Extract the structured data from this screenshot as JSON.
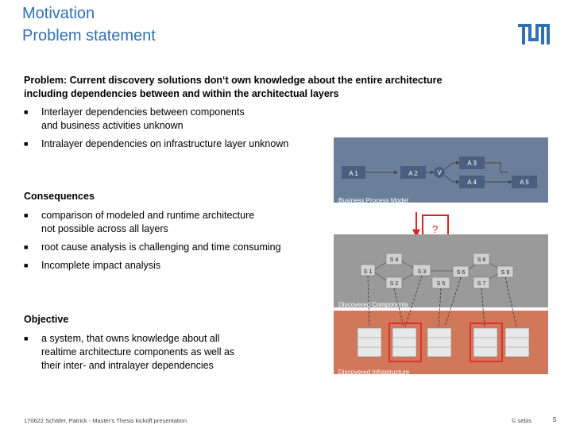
{
  "header": {
    "title": "Motivation",
    "subtitle": "Problem statement",
    "logo_color": "#3070b3"
  },
  "problem": {
    "line1": "Problem: Current discovery solutions don‘t own knowledge about the entire architecture",
    "line2": "including dependencies between and within the architectual layers",
    "bullets": [
      {
        "line1": "Interlayer dependencies between components",
        "line2": "and business activities unknown"
      },
      {
        "line1": "Intralayer dependencies on infrastructure layer unknown",
        "line2": ""
      }
    ]
  },
  "consequences": {
    "heading": "Consequences",
    "bullets": [
      {
        "line1": "comparison of modeled and runtime architecture",
        "line2": "not possible across all layers"
      },
      {
        "line1": "root cause analysis is challenging and time consuming",
        "line2": ""
      },
      {
        "line1": "Incomplete impact analysis",
        "line2": ""
      }
    ]
  },
  "objective": {
    "heading": "Objective",
    "bullets": [
      {
        "line1": "a system, that owns knowledge about all",
        "line2": "realtime architecture components as well as",
        "line3": "their inter- and intralayer dependencies"
      }
    ]
  },
  "diagram": {
    "business": {
      "label": "Business Process Model",
      "color": "#6b7f9b",
      "nodes": [
        "A 1",
        "A 2",
        "A 3",
        "A 4",
        "A 5"
      ],
      "gateway": "V"
    },
    "question_mark": "?",
    "services": {
      "label": "Discovered Components",
      "color": "#9a9a9a",
      "nodes": [
        "S 1",
        "S 2",
        "S 3",
        "S 4",
        "S 5",
        "S 6",
        "S 7",
        "S 8",
        "S 9"
      ]
    },
    "infrastructure": {
      "label": "Discovered Infrastructure",
      "color": "#d2785a"
    },
    "highlight_color": "#e02020"
  },
  "footer": {
    "left": "170622 Schäfer, Patrick - Master's Thesis kickoff presentation",
    "right": "© sebis",
    "page": "5"
  }
}
